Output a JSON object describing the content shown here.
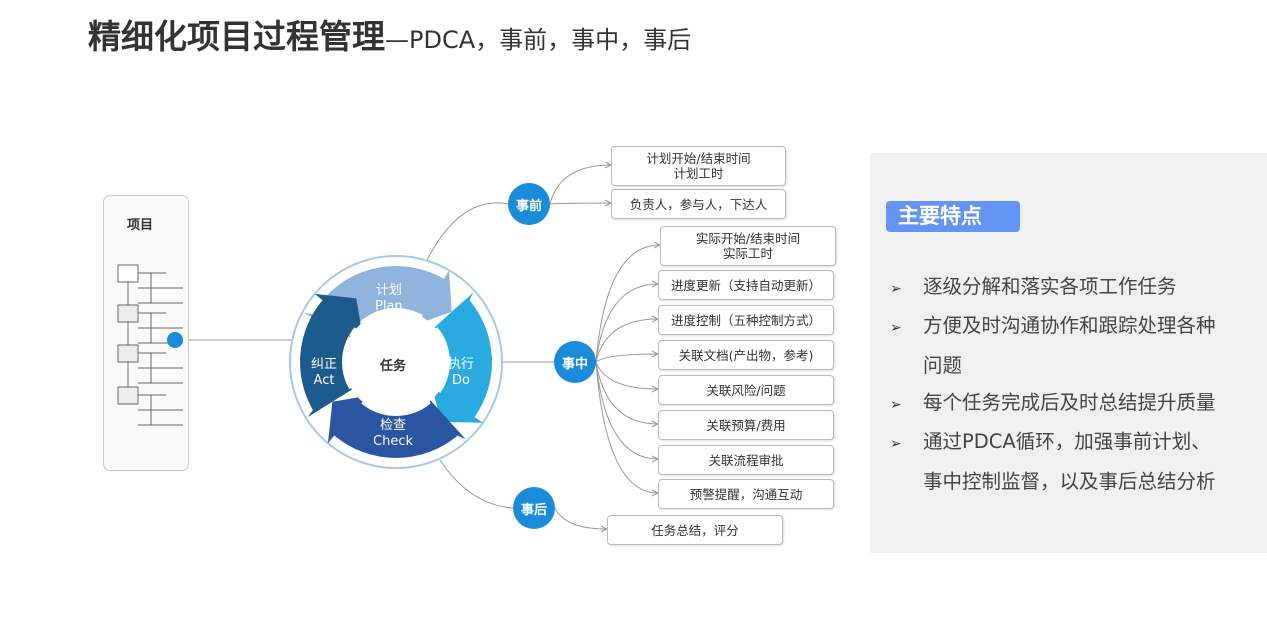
{
  "title": {
    "main": "精细化项目过程管理",
    "sub": "—PDCA，事前，事中，事后"
  },
  "project": {
    "label": "项目"
  },
  "cycle": {
    "center": "任务",
    "plan": [
      "计划",
      "Plan"
    ],
    "do": [
      "执行",
      "Do"
    ],
    "check": [
      "检查",
      "Check"
    ],
    "act": [
      "纠正",
      "Act"
    ]
  },
  "nodes": {
    "before": "事前",
    "during": "事中",
    "after": "事后"
  },
  "boxes": {
    "before": [
      [
        "计划开始/结束时间",
        "计划工时"
      ],
      [
        "负责人，参与人，下达人"
      ]
    ],
    "during": [
      [
        "实际开始/结束时间",
        "实际工时"
      ],
      [
        "进度更新（支持自动更新）"
      ],
      [
        "进度控制（五种控制方式）"
      ],
      [
        "关联文档(产出物，参考)"
      ],
      [
        "关联风险/问题"
      ],
      [
        "关联预算/费用"
      ],
      [
        "关联流程审批"
      ],
      [
        "预警提醒，沟通互动"
      ]
    ],
    "after": [
      [
        "任务总结，评分"
      ]
    ]
  },
  "features": {
    "title": "主要特点",
    "items": [
      [
        "逐级分解和落实各项工作任务"
      ],
      [
        "方便及时沟通协作和跟踪处理各种",
        "问题"
      ],
      [
        "每个任务完成后及时总结提升质量"
      ],
      [
        "通过PDCA循环，加强事前计划、",
        "事中控制监督，以及事后总结分析"
      ]
    ]
  },
  "colors": {
    "plan": "#8fb5de",
    "do": "#29abe2",
    "check": "#2a55a3",
    "act": "#1b5c8c",
    "node": "#1a8bd9",
    "badge": "#6495f5"
  }
}
